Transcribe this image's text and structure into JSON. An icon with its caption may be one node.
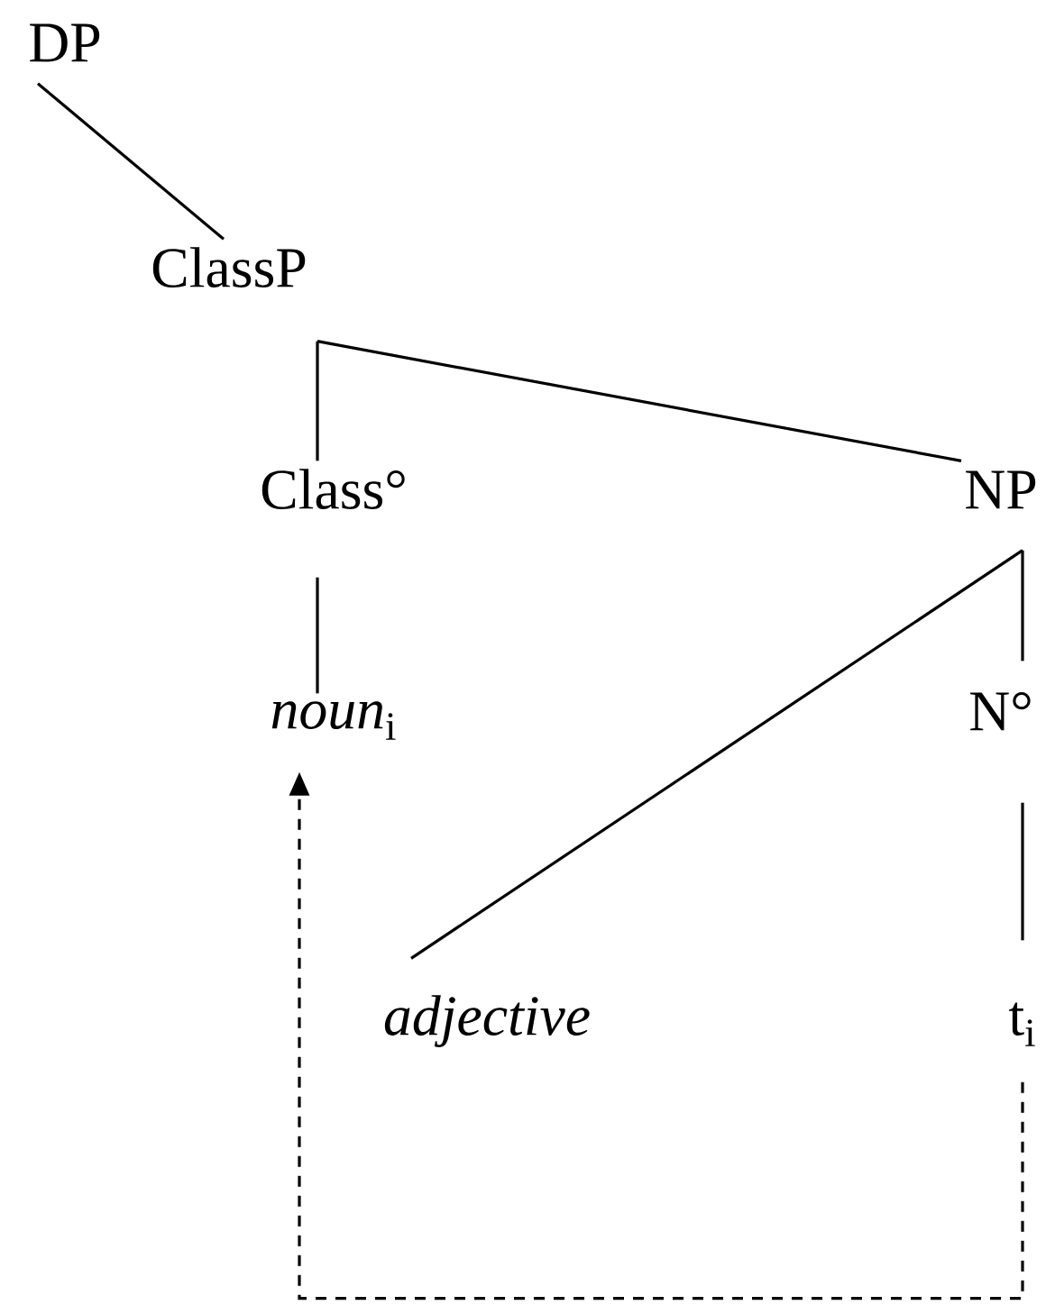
{
  "diagram": {
    "nodes": [
      {
        "text": [
          "DP"
        ]
      },
      {
        "text": [
          "ClassP"
        ]
      },
      {
        "text": [
          "Class°"
        ]
      },
      {
        "text": [
          "NP"
        ]
      },
      {
        "text": [
          "*noun*$_{i}$"
        ]
      },
      {
        "text": [
          "N°"
        ]
      },
      {
        "text": [
          "adjective"
        ]
      },
      {
        "text": [
          "t$_{i}$"
        ]
      }
    ],
    "edges": [
      {
        "from": 0,
        "to": 1,
        "arrow": "none"
      },
      {
        "from": 1,
        "to": 2,
        "arrow": "none"
      },
      {
        "from": 1,
        "to": 3,
        "arrow": "none"
      },
      {
        "from": 2,
        "to": 4,
        "arrow": "none"
      },
      {
        "from": 3,
        "to": 6,
        "arrow": "none"
      },
      {
        "from": 3,
        "to": 5,
        "arrow": "none"
      },
      {
        "from": 5,
        "to": 7,
        "arrow": "none"
      },
      {
        "from": 7,
        "to": 4,
        "arrow": "to",
        "style": "dashed"
      }
    ]
  }
}
